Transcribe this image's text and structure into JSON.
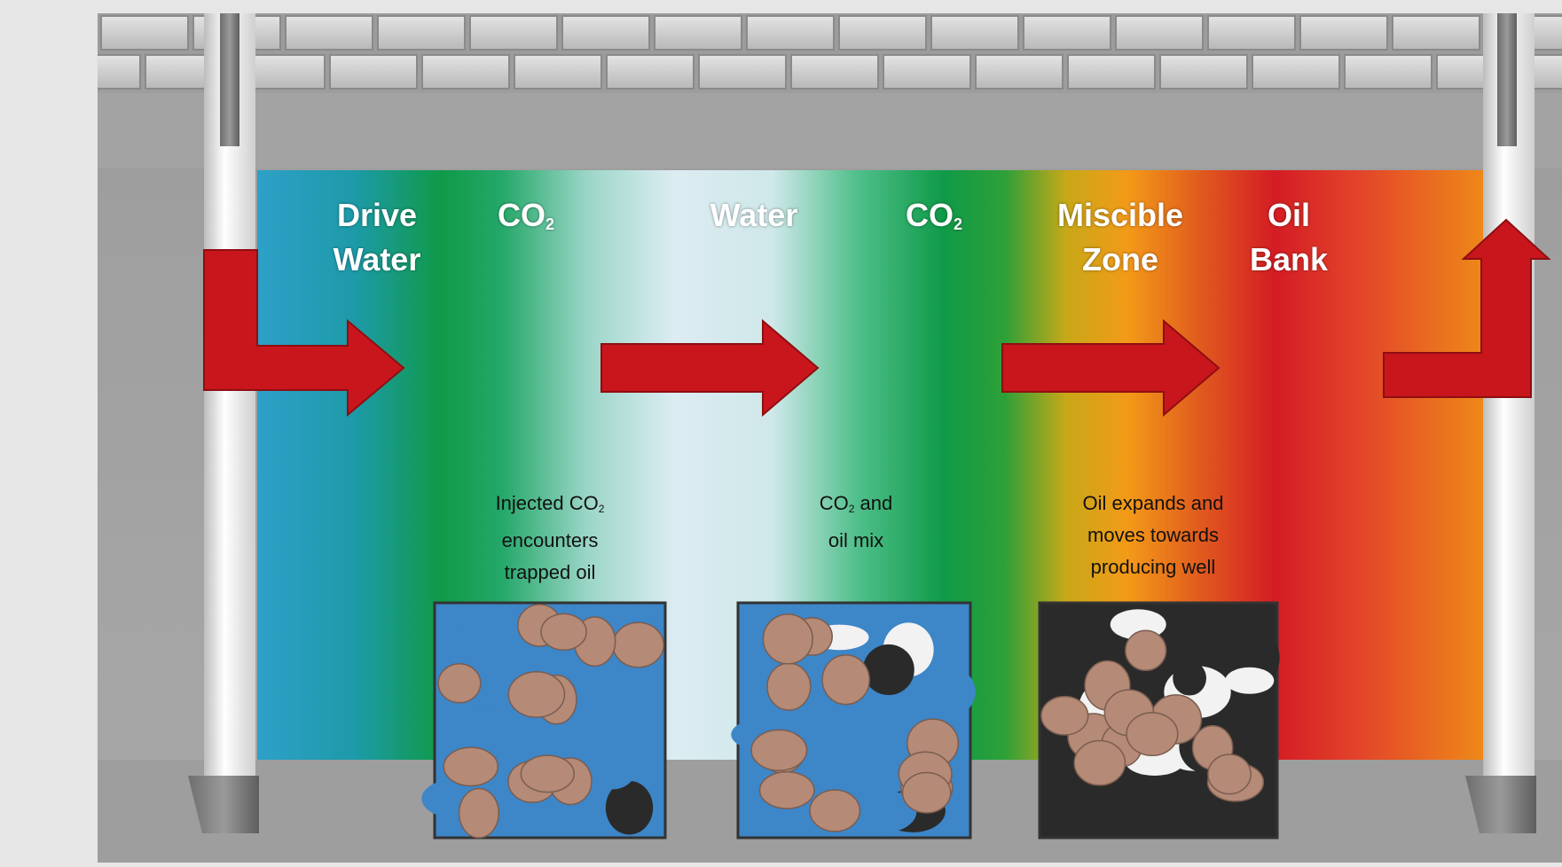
{
  "zones": [
    {
      "line1": "Drive",
      "line2": "Water"
    },
    {
      "line1": "CO",
      "sub": "2",
      "line2": ""
    },
    {
      "line1": "Water",
      "line2": ""
    },
    {
      "line1": "CO",
      "sub": "2",
      "line2": ""
    },
    {
      "line1": "Miscible",
      "line2": "Zone"
    },
    {
      "line1": "Oil",
      "line2": "Bank"
    }
  ],
  "captions": [
    {
      "line1_pre": "Injected CO",
      "line1_sub": "2",
      "line2": "encounters",
      "line3": "trapped oil"
    },
    {
      "line1_pre": "CO",
      "line1_sub": "2",
      "line1_post": " and",
      "line2": "oil mix",
      "line3": ""
    },
    {
      "line1_pre": "Oil expands and",
      "line1_sub": "",
      "line2": "moves towards",
      "line3": "producing well"
    }
  ],
  "colors": {
    "drive_water": "#2ea0c8",
    "co2": "#0f9a48",
    "water": "#dcecf2",
    "miscible": "#f39a18",
    "oil_bank": "#d41c24",
    "arrow": "#c8161c",
    "brine": "#3d86c8",
    "grain": "#b58a76",
    "oil": "#2a2a2a",
    "co2_bubble": "#f2f2f2"
  },
  "icons": [
    "injection-well-icon",
    "production-well-icon",
    "flow-arrow-icon",
    "pore-scale-inset"
  ]
}
